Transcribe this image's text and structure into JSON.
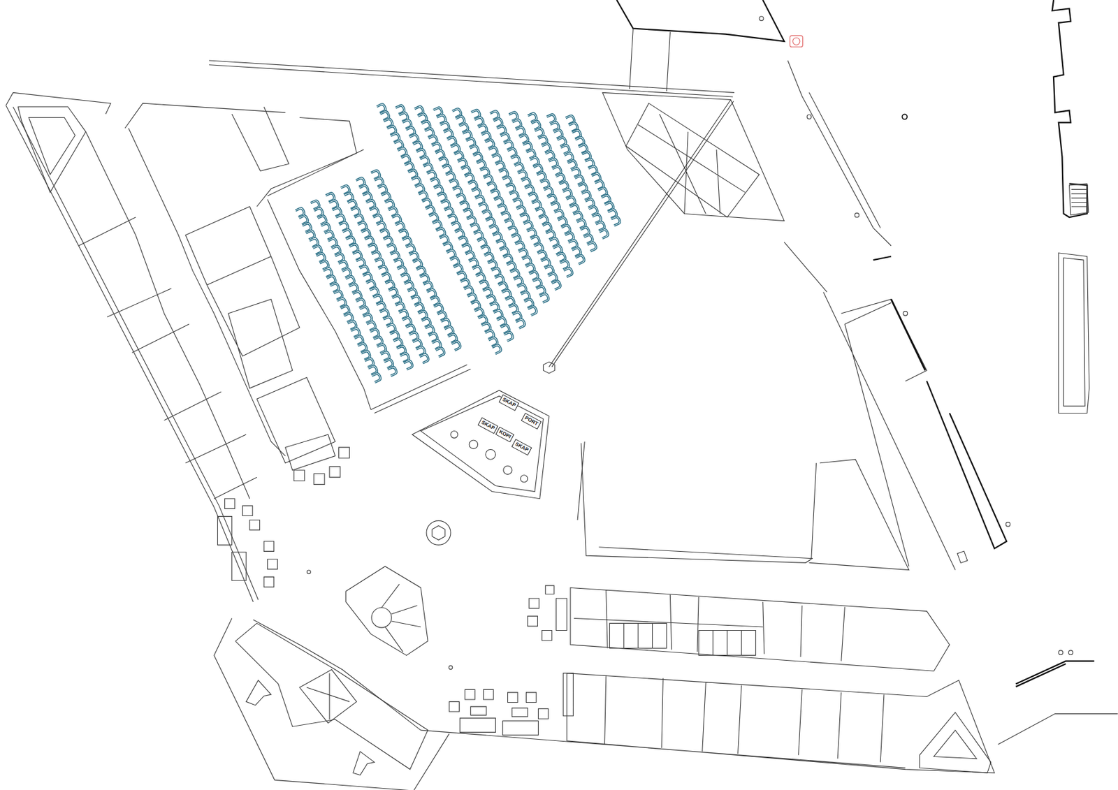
{
  "diagram": {
    "nodes": [
      {
        "text": [
          "SKAP"
        ]
      },
      {
        "text": [
          "PORT"
        ]
      },
      {
        "text": [
          "SKAP"
        ]
      },
      {
        "text": [
          "KOPI"
        ]
      },
      {
        "text": [
          "SKAP"
        ]
      }
    ]
  }
}
